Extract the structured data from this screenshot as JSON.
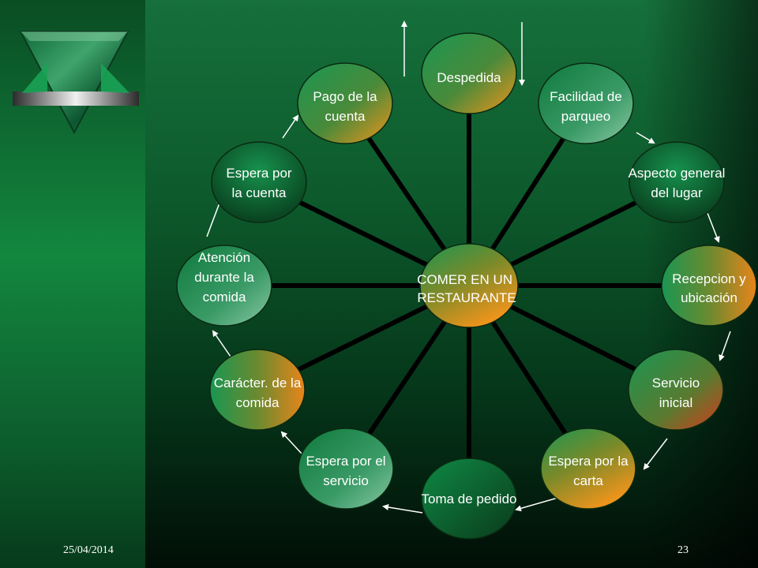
{
  "diagram": {
    "center": "COMER EN UN RESTAURANTE",
    "nodes": [
      "Despedida",
      "Facilidad de parqueo",
      "Aspecto general del lugar",
      "Recepcion y ubicación",
      "Servicio inicial",
      "Espera por la carta",
      "Toma de pedido",
      "Espera por el servicio",
      "Carácter. de la comida",
      "Atención durante la comida",
      "Espera por la cuenta",
      "Pago de la cuenta"
    ]
  },
  "footer": {
    "date": "25/04/2014",
    "page": "23"
  },
  "colors": {
    "background_top": "#16703b",
    "background_bottom": "#010e06",
    "node_green": "#1e9a55",
    "node_orange": "#e8921c",
    "node_red": "#d23a1a",
    "spoke": "#000000",
    "arrow": "#ffffff"
  }
}
